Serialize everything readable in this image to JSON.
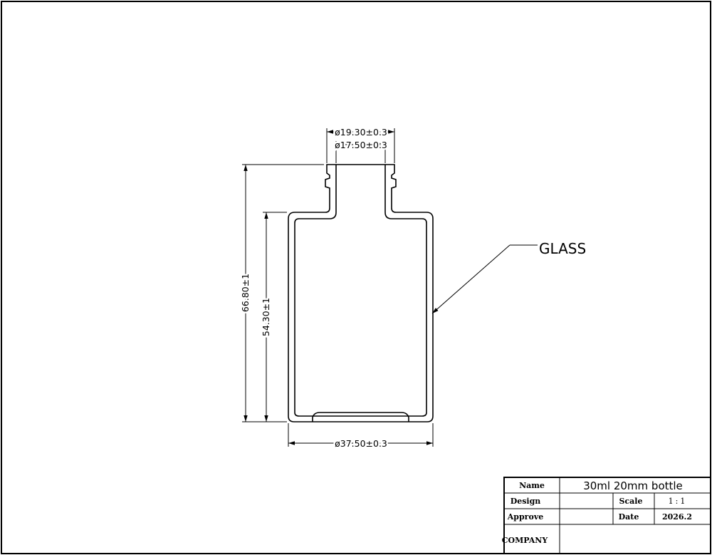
{
  "dimensions": {
    "neck_outer_diameter": "ø19.30±0.3",
    "neck_inner_diameter": "ø17.50±0.3",
    "total_height": "66.80±1",
    "body_height": "54.30±1",
    "body_diameter": "ø37.50±0.3"
  },
  "material_label": "GLASS",
  "title_block": {
    "name_label": "Name",
    "name_value": "30ml 20mm bottle",
    "design_label": "Design",
    "design_value": "",
    "scale_label": "Scale",
    "scale_value": "1:1",
    "approve_label": "Approve",
    "approve_value": "",
    "date_label": "Date",
    "date_value": "2026.2",
    "company_label": "COMPANY",
    "company_value": ""
  }
}
